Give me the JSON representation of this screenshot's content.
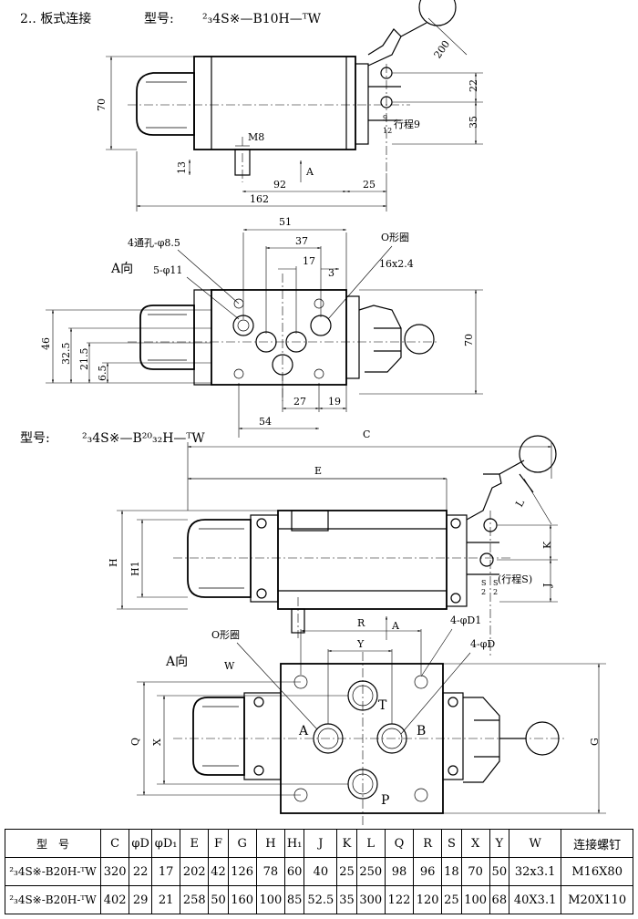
{
  "section_title": "2.. 板式连接",
  "model1_label": "型号:",
  "model1_code": "²₃4S※—B10H—ᵀW",
  "model2_label": "型号:",
  "model2_code": "²₃4S※—B²⁰₃₂H—ᵀW",
  "drawing1": {
    "dims": [
      "200",
      "70",
      "22",
      "35",
      "M8",
      "行程9",
      "9",
      "12",
      "13",
      "92",
      "25",
      "162"
    ],
    "view_marker": "A"
  },
  "drawing2": {
    "view_label": "A向",
    "dims": [
      "51",
      "37",
      "17",
      "3",
      "46",
      "32.5",
      "21.5",
      "6.5",
      "70",
      "27",
      "19",
      "54"
    ],
    "callouts": [
      "4通孔-φ8.5",
      "5-φ11",
      "O形圈",
      "16x2.4"
    ]
  },
  "drawing3": {
    "dims": [
      "C",
      "E",
      "H",
      "H1",
      "L",
      "K",
      "J",
      "S",
      "(行程S)"
    ],
    "view_marker": "A"
  },
  "drawing4": {
    "view_label": "A向",
    "dims": [
      "R",
      "Y",
      "W",
      "Q",
      "X",
      "G"
    ],
    "callouts": [
      "O形圈",
      "4-φD1",
      "4-φD"
    ],
    "ports": [
      "A",
      "B",
      "T",
      "P"
    ]
  },
  "table": {
    "headers": [
      "型　号",
      "C",
      "φD",
      "φD₁",
      "E",
      "F",
      "G",
      "H",
      "H₁",
      "J",
      "K",
      "L",
      "Q",
      "R",
      "S",
      "X",
      "Y",
      "W",
      "连接螺钉"
    ],
    "rows": [
      [
        "²₃4S※-B20H-ᵀW",
        "320",
        "22",
        "17",
        "202",
        "42",
        "126",
        "78",
        "60",
        "40",
        "25",
        "250",
        "98",
        "96",
        "18",
        "70",
        "50",
        "32x3.1",
        "M16X80"
      ],
      [
        "²₃4S※-B20H-ᵀW",
        "402",
        "29",
        "21",
        "258",
        "50",
        "160",
        "100",
        "85",
        "52.5",
        "35",
        "300",
        "122",
        "120",
        "25",
        "100",
        "68",
        "40X3.1",
        "M20X110"
      ]
    ]
  }
}
